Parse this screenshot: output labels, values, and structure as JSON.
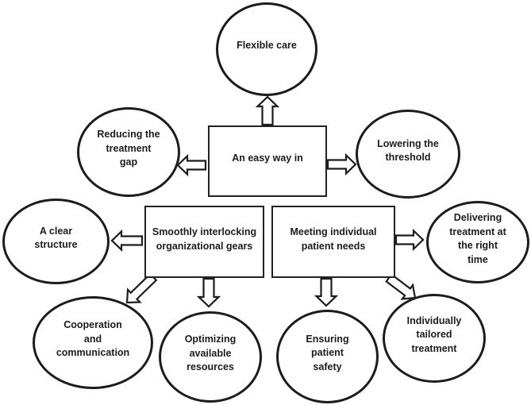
{
  "colors": {
    "background": "#ffffff",
    "stroke": "#1c1c1c",
    "text": "#1c1c1c"
  },
  "diagram_type": "flow-diagram",
  "nodes": {
    "flexible_care": {
      "shape": "ellipse",
      "label": "Flexible care",
      "lines": [
        "Flexible care"
      ]
    },
    "reducing_gap": {
      "shape": "ellipse",
      "label": "Reducing the treatment gap",
      "lines": [
        "Reducing the",
        "treatment",
        "gap"
      ]
    },
    "lowering_threshold": {
      "shape": "ellipse",
      "label": "Lowering the threshold",
      "lines": [
        "Lowering the",
        "threshold"
      ]
    },
    "easy_way_in": {
      "shape": "rectangle",
      "label": "An easy way in",
      "lines": [
        "An easy way in"
      ]
    },
    "clear_structure": {
      "shape": "ellipse",
      "label": "A clear structure",
      "lines": [
        "A clear",
        "structure"
      ]
    },
    "smoothly_interlocking": {
      "shape": "rectangle",
      "label": "Smoothly interlocking organizational gears",
      "lines": [
        "Smoothly interlocking",
        "organizational gears"
      ]
    },
    "meeting_needs": {
      "shape": "rectangle",
      "label": "Meeting individual patient needs",
      "lines": [
        "Meeting individual",
        "patient needs"
      ]
    },
    "delivering_treatment": {
      "shape": "ellipse",
      "label": "Delivering treatment at the right time",
      "lines": [
        "Delivering",
        "treatment at",
        "the right",
        "time"
      ]
    },
    "cooperation_communication": {
      "shape": "ellipse",
      "label": "Cooperation and communication",
      "lines": [
        "Cooperation",
        "and",
        "communication"
      ]
    },
    "optimizing_resources": {
      "shape": "ellipse",
      "label": "Optimizing available resources",
      "lines": [
        "Optimizing",
        "available",
        "resources"
      ]
    },
    "ensuring_safety": {
      "shape": "ellipse",
      "label": "Ensuring patient safety",
      "lines": [
        "Ensuring",
        "patient",
        "safety"
      ]
    },
    "individually_tailored": {
      "shape": "ellipse",
      "label": "Individually tailored treatment",
      "lines": [
        "Individually",
        "tailored",
        "treatment"
      ]
    }
  },
  "edges": [
    {
      "from": "easy_way_in",
      "to": "flexible_care",
      "direction": "up"
    },
    {
      "from": "easy_way_in",
      "to": "reducing_gap",
      "direction": "left"
    },
    {
      "from": "easy_way_in",
      "to": "lowering_threshold",
      "direction": "right"
    },
    {
      "from": "smoothly_interlocking",
      "to": "clear_structure",
      "direction": "left"
    },
    {
      "from": "smoothly_interlocking",
      "to": "cooperation_communication",
      "direction": "down-left"
    },
    {
      "from": "smoothly_interlocking",
      "to": "optimizing_resources",
      "direction": "down"
    },
    {
      "from": "meeting_needs",
      "to": "ensuring_safety",
      "direction": "down"
    },
    {
      "from": "meeting_needs",
      "to": "individually_tailored",
      "direction": "down-right"
    },
    {
      "from": "meeting_needs",
      "to": "delivering_treatment",
      "direction": "right"
    }
  ]
}
